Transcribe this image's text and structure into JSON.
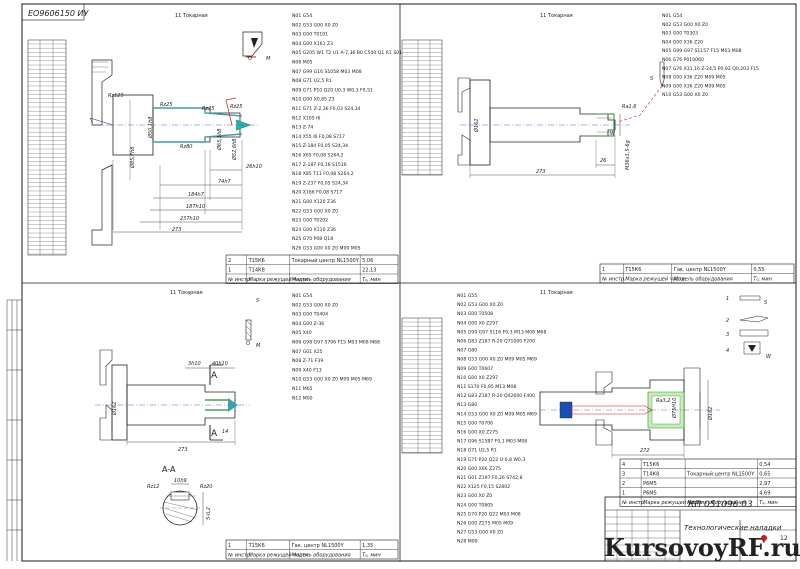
{
  "frame_code": "ЕО9606150 ИУ",
  "colors": {
    "ink": "#1a1a1a",
    "part": "#3ca0a8",
    "highlight": "#1fb6c1",
    "green": "#2a8a3a",
    "red": "#d01818",
    "blue": "#1a4fb5"
  },
  "q1": {
    "title": "11 Токарная",
    "program": [
      "N01 G54",
      "N02 G53 G00 X0 Z0",
      "N03 G00 T0101",
      "N04 G00 X161 Z3",
      "N05 G205 W1 T2 U1 A-7,36 B0 C500 Q1 R1 S01",
      "N06 M05",
      "N07 G99 G16 S1058 M03 M08",
      "N08 G71 U2,5 R1",
      "N09 G71 P10 Q20 U0,3 W0,3 F0,51",
      "N10 G00 X0,85 Z3",
      "N11 G71 Z-2,36 F0,03 S24,34",
      "N12 X105 I6",
      "N13 Z-74",
      "N14 X55 I6 F0,08 S717",
      "N15 Z-184 F0,05 S24,34",
      "N16 X65 F0,08 S264,2",
      "N17 Z-187 F0,16 S1516",
      "N18 X85 T11 F0,08 S264,2",
      "N19 Z-237 F0,05 S24,34",
      "N20 X166 F0,08 S717",
      "N21 G00 X120 Z36",
      "N22 G53 G00 X0 Z0",
      "N23 G00 T0202",
      "N24 G00 X110 Z36",
      "N25 G70 P08 Q18",
      "N26 G53 G00 X0 Z0 M09 M05"
    ],
    "dims": {
      "d1": "Ø85,7h8",
      "d2": "Ø50,1h8",
      "d3": "Ø65,1h8",
      "d4": "Ø52,6h8",
      "r1": "Rz125",
      "r2": "Rz25",
      "r3": "Rz25",
      "r4": "Rz25",
      "r5": "Rz80",
      "l1": "26h10",
      "l2": "74h7",
      "l3": "184h7",
      "l4": "187h10",
      "l5": "237h10",
      "l6": "273"
    },
    "table": {
      "rows": [
        [
          "2",
          "Т15К6",
          "Токарный центр NL1500Y",
          "5,06"
        ],
        [
          "1",
          "Т14К8",
          "",
          "22,13"
        ]
      ],
      "headers": [
        "№ инстр.",
        "Марка режущей части",
        "Модель оборудования",
        "T₀, мин"
      ]
    }
  },
  "q2": {
    "title": "11 Токарная",
    "program": [
      "N01 G54",
      "N02 G53 G00 X0 Z0",
      "N03 G00 T0303",
      "N04 G00 X36 Z20",
      "N05 G99 G97 S1157 F15 M03 M08",
      "N06 G76 P010060",
      "N07 G76 X31,16 Z-24,5 P0,92 Q0,203 F15",
      "N08 G00 X36 Z20 M09 M05",
      "N09 G00 X36 Z20 M09 M05",
      "N10 G53 G00 X0 Z0"
    ],
    "dims": {
      "d1": "Ø162",
      "th": "M36х1,5-6g",
      "r1": "Ra1,6",
      "l1": "26",
      "l2": "273"
    },
    "table": {
      "rows": [
        [
          "1",
          "Т15К6",
          "Гак. центр NL1500Y",
          "0,55"
        ]
      ],
      "headers": [
        "№ инстр.",
        "Марка режущей части",
        "Модель оборудования",
        "T₀, мин"
      ]
    }
  },
  "q3": {
    "title": "11 Токарная",
    "program": [
      "N01 G54",
      "N02 G53 G00 X0 Z0",
      "N03 G00 T0404",
      "N04 G00 Z-36",
      "N05 X40",
      "N06 G98 G97 S796 F15 M03 M08 M68",
      "N07 G01 X25",
      "N08 Z-71 F39",
      "N09 X40 F13",
      "N10 G53 G00 X0 Z0 M09 M05 M69",
      "N11 M65",
      "N12 M00"
    ],
    "dims": {
      "d1": "Ø162",
      "l1": "3h10",
      "l2": "40h10",
      "l3": "273",
      "l4": "14",
      "section": "A-A",
      "sr1": "Rz12",
      "sr2": "Rz20",
      "sl1": "10h9",
      "sl2": "5-0,2"
    },
    "table": {
      "rows": [
        [
          "1",
          "Т15К6",
          "Гак. центр NL1500Y",
          "1,35"
        ]
      ],
      "headers": [
        "№ инстр.",
        "Марка режущей части",
        "Модель оборудования",
        "T₀, мин"
      ]
    }
  },
  "q4": {
    "title": "11 Токарная",
    "program": [
      "N01 G55",
      "N02 G53 G00 X0 Z0",
      "N03 G00 T0508",
      "N04 G00 X0 Z297",
      "N05 G99 G97 S116 F0,3 M13 M08 M68",
      "N06 G83 Z187 R-20 Q71000 F200",
      "N07 G80",
      "N08 G53 G00 X0 Z0 M09 M05 M69",
      "N09 G00 T0607",
      "N10 G00 X0 Z297",
      "N11 S170 F0,95 M13 M08",
      "N12 G83 Z187 R-20 Q42600 F400",
      "N13 G80",
      "N14 G53 G00 X0 Z0 M09 M05 M69",
      "N15 G00 T0706",
      "N16 G00 X0 Z275",
      "N17 G96 S1587 F0,1 M03 M08",
      "N18 G71 U2,5 R1",
      "N19 G71 P20 Q22 U-0,8 W0,3",
      "N20 G00 X66 Z275",
      "N21 G01 Z197 F0,26 S742,8",
      "N22 X125 F0,15 S2802",
      "N23 G00 X0 Z0",
      "N24 G00 T0805",
      "N25 G70 P20 Q22 M03 M08",
      "N26 G00 Z275 M05 M09",
      "N27 G53 G00 X0 Z0",
      "N28 M00"
    ],
    "dims": {
      "d1": "Ø75H10",
      "d2": "Ø162",
      "r1": "Ra3,2",
      "l1": "272"
    },
    "tools_labels": [
      "1",
      "2",
      "3",
      "4"
    ],
    "table": {
      "rows": [
        [
          "4",
          "Т15К6",
          "",
          "0,54"
        ],
        [
          "3",
          "Т14К8",
          "Токарный центр NL1500Y",
          "0,65"
        ],
        [
          "2",
          "Р6М5",
          "",
          "2,97"
        ],
        [
          "1",
          "Р6М5",
          "",
          "4,69"
        ]
      ],
      "headers": [
        "№ инстр.",
        "Марка режущей части",
        "Модель оборудования",
        "T₀, мин"
      ]
    }
  },
  "title_block": {
    "code": "КП 051096.03",
    "name": "Технологические наладки",
    "sheet": "12",
    "sheets": "12"
  },
  "watermark": "KursovoyRF.ru"
}
